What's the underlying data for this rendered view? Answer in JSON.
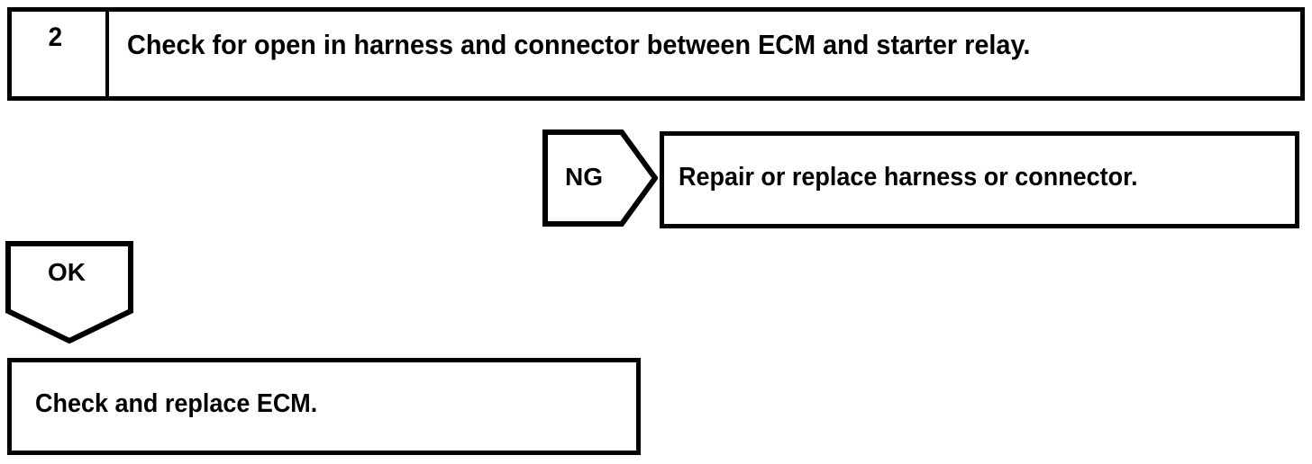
{
  "document": {
    "type": "diagnostic-flowchart",
    "ink_color": "#000000",
    "paper_color": "#ffffff"
  },
  "step": {
    "number": "2",
    "instruction": "Check for open in harness and connector between ECM and starter relay."
  },
  "branches": [
    {
      "marker": "NG",
      "marker_shape": "pentagon-arrow-right",
      "result": "Repair or replace harness or connector."
    },
    {
      "marker": "OK",
      "marker_shape": "pentagon-arrow-down",
      "result": "Check and replace ECM."
    }
  ],
  "ng": {
    "label": "NG",
    "result_text": "Repair or replace harness or connector."
  },
  "ok": {
    "label": "OK",
    "result_text": "Check and replace ECM."
  }
}
